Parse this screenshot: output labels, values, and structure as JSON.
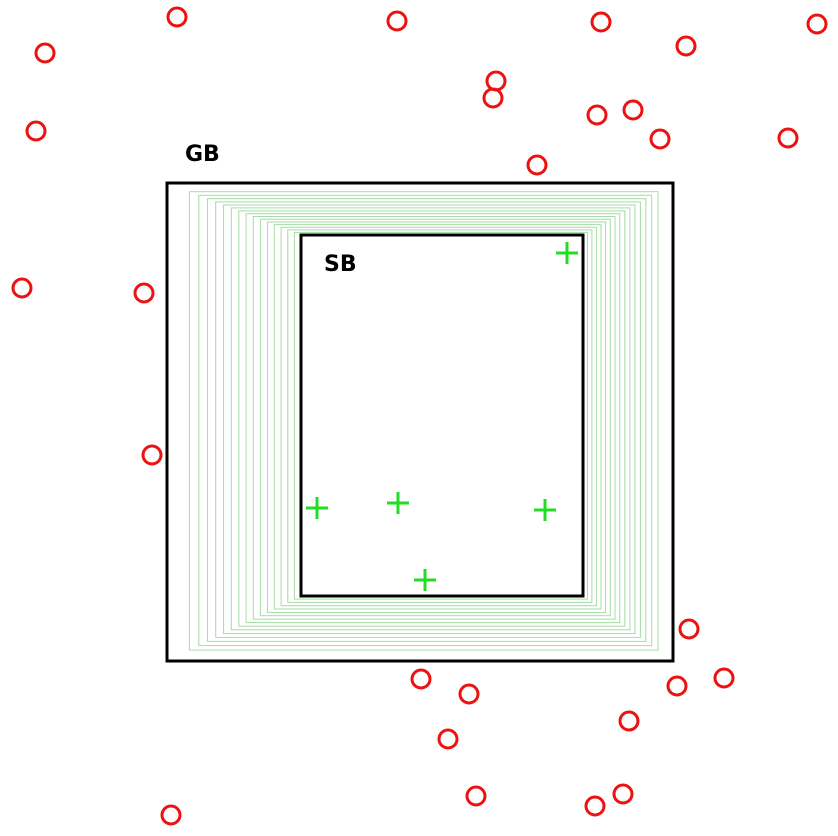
{
  "labels": {
    "outer_box": "GB",
    "inner_box": "SB"
  },
  "colors": {
    "box_stroke": "#000000",
    "contour_stroke": "#a6dca6",
    "outside_point": "#ee1111",
    "inside_point": "#22dd22",
    "background": "#ffffff"
  },
  "legend_icons": {
    "outside_point": "red-circle-marker",
    "inside_point": "green-plus-marker"
  }
}
